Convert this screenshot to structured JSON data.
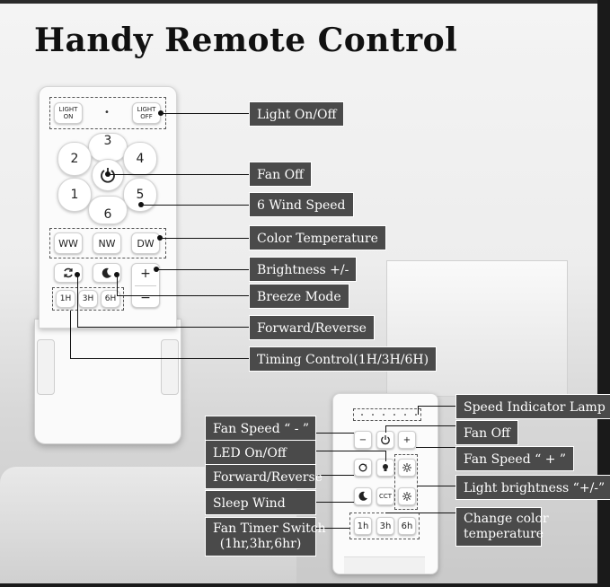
{
  "title": "Handy Remote Control",
  "big_remote": {
    "light_on": "LIGHT\nON",
    "light_off": "LIGHT\nOFF",
    "center_dot": "•",
    "speeds": [
      "3",
      "2",
      "4",
      "1",
      "5",
      "6"
    ],
    "color_temps": [
      "WW",
      "NW",
      "DW"
    ],
    "plus": "+",
    "minus": "−",
    "timers": [
      "1H",
      "3H",
      "6H"
    ]
  },
  "big_labels": {
    "light": "Light On/Off",
    "fan_off": "Fan Off",
    "wind_speed": "6 Wind Speed",
    "color_temp": "Color Temperature",
    "brightness": "Brightness +/-",
    "breeze": "Breeze Mode",
    "forward_reverse": "Forward/Reverse",
    "timing": "Timing Control(1H/3H/6H)"
  },
  "small_remote": {
    "minus": "−",
    "plus": "+",
    "cct": "CCT",
    "timers": [
      "1h",
      "3h",
      "6h"
    ]
  },
  "small_labels": {
    "speed_indicator": "Speed Indicator Lamp",
    "fan_speed_minus": "Fan Speed “ - ”",
    "fan_off": "Fan Off",
    "led": "LED On/Off",
    "fan_speed_plus": "Fan Speed “ + ”",
    "forward_reverse": "Forward/Reverse",
    "light_brightness": "Light brightness “+/-”",
    "sleep_wind": "Sleep Wind",
    "change_color_1": "Change color",
    "change_color_2": "temperature",
    "timer_switch_1": "Fan Timer Switch",
    "timer_switch_2": "(1hr,3hr,6hr)"
  },
  "colors": {
    "label_bg": "#4a4a4a",
    "label_text": "#ffffff"
  },
  "icons": [
    "power-icon",
    "rotate-icon",
    "moon-icon",
    "bulb-icon",
    "sun-icon"
  ]
}
